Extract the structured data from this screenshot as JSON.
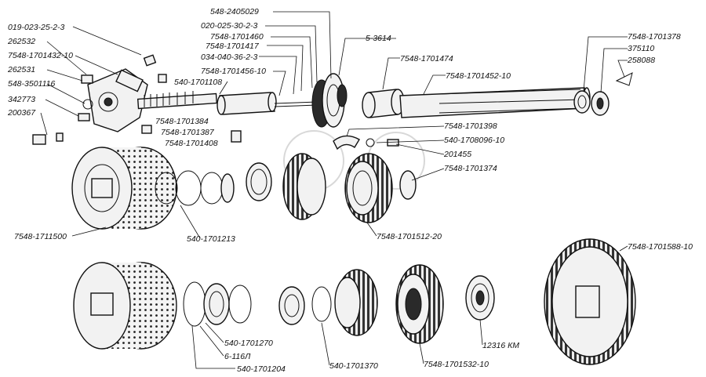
{
  "callouts": {
    "c01": "019-023-25-2-3",
    "c02": "262532",
    "c03": "7548-1701432-10",
    "c04": "262531",
    "c05": "548-3501116",
    "c06": "342773",
    "c07": "200367",
    "c08": "548-2405029",
    "c09": "020-025-30-2-3",
    "c10": "7548-1701460",
    "c11": "7548-1701417",
    "c12": "034-040-36-2-3",
    "c13": "7548-1701456-10",
    "c14": "540-1701108",
    "c15": "7548-1701384",
    "c16": "7548-1701387",
    "c17": "7548-1701408",
    "c18": "5-3614",
    "c19": "7548-1701474",
    "c20": "7548-1701452-10",
    "c21": "7548-1701378",
    "c22": "375110",
    "c23": "258088",
    "c24": "7548-1701398",
    "c25": "540-1708096-10",
    "c26": "201455",
    "c27": "7548-1701374",
    "c28": "7548-1711500",
    "c29": "540-1701213",
    "c30": "7548-1701512-20",
    "c31": "7548-1701588-10",
    "c32": "540-1701270",
    "c33": "6-116Л",
    "c34": "540-1701204",
    "c35": "540-1701370",
    "c36": "7548-1701532-10",
    "c37": "12316 КМ"
  }
}
